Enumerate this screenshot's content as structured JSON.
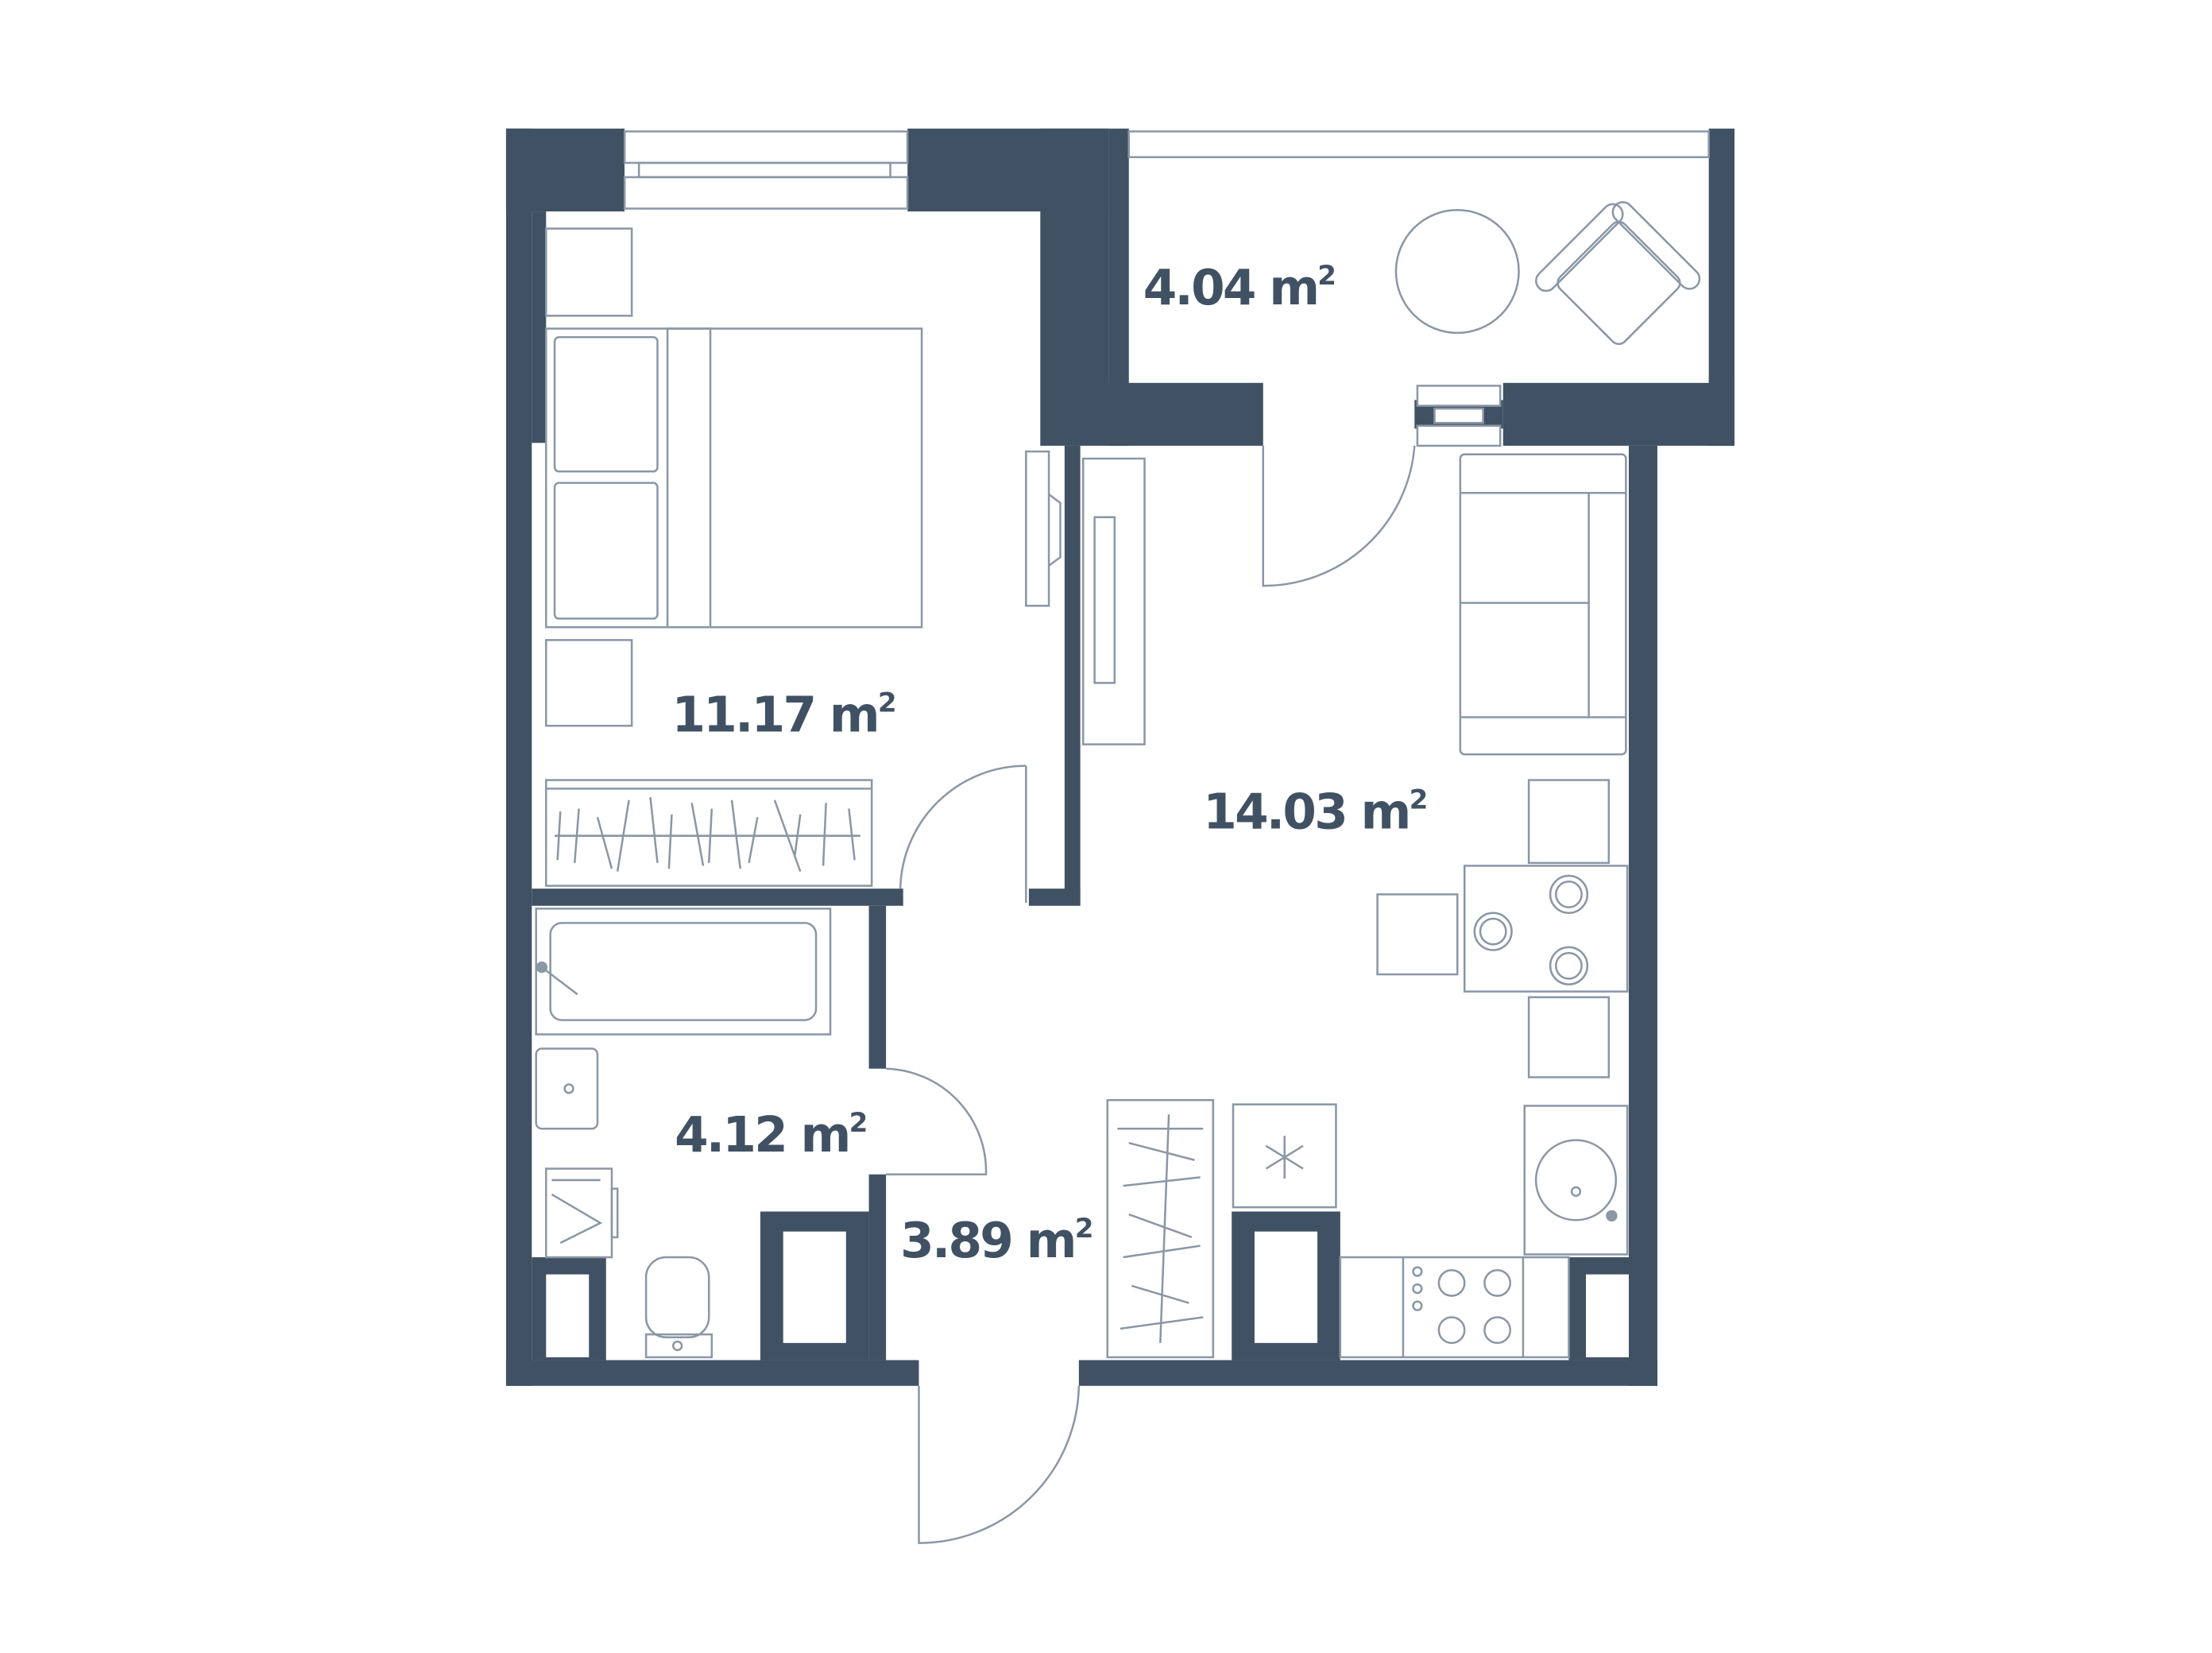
{
  "plan": {
    "colors": {
      "wall": "#415164",
      "furniture": "#8a97a6",
      "background": "#ffffff"
    },
    "rooms": [
      {
        "id": "bedroom",
        "area": "11.17",
        "unit": "m",
        "exp": "2"
      },
      {
        "id": "living-kitchen",
        "area": "14.03",
        "unit": "m",
        "exp": "2"
      },
      {
        "id": "balcony",
        "area": "4.04",
        "unit": "m",
        "exp": "2"
      },
      {
        "id": "bathroom",
        "area": "4.12",
        "unit": "m",
        "exp": "2"
      },
      {
        "id": "hallway",
        "area": "3.89",
        "unit": "m",
        "exp": "2"
      }
    ]
  }
}
